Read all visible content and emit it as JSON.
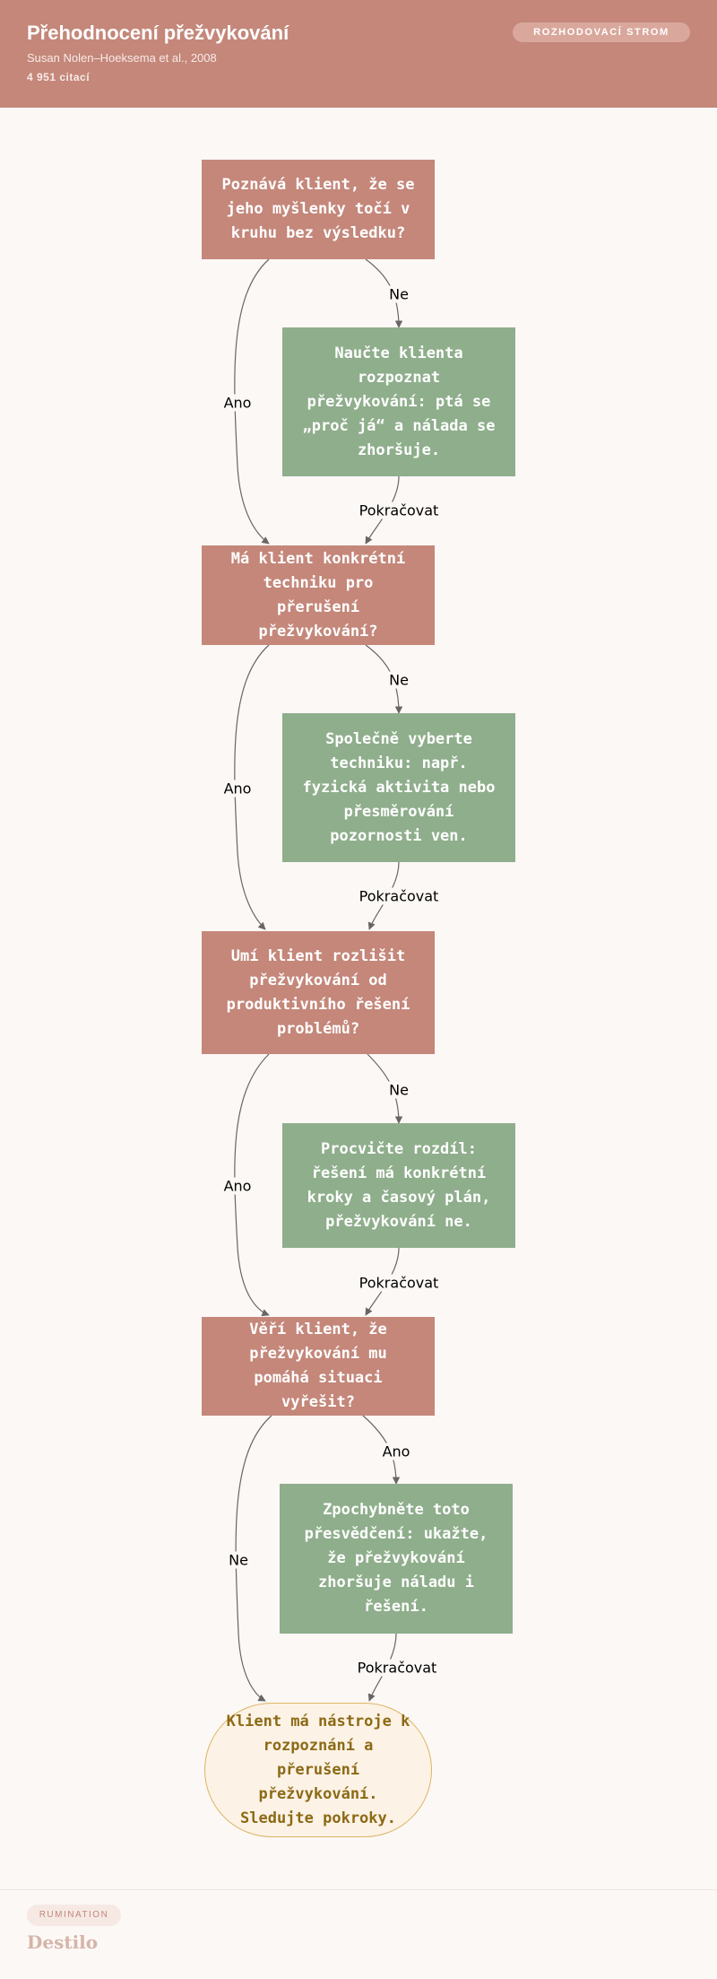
{
  "header": {
    "title": "Přehodnocení přežvykování",
    "authors": "Susan Nolen–Hoeksema et al., 2008",
    "citations": "4 951 citací",
    "badge": "ROZHODOVACÍ STROM"
  },
  "flow": {
    "q1": "Poznává klient, že se jeho myšlenky točí v kruhu bez výsledku?",
    "a1": "Naučte klienta rozpoznat přežvykování: ptá se „proč já“ a nálada se zhoršuje.",
    "q2": "Má klient konkrétní techniku pro přerušení přežvykování?",
    "a2": "Společně vyberte techniku: např. fyzická aktivita nebo přesměrování pozornosti ven.",
    "q3": "Umí klient rozlišit přežvykování od produktivního řešení problémů?",
    "a3": "Procvičte rozdíl: řešení má konkrétní kroky a časový plán, přežvykování ne.",
    "q4": "Věří klient, že přežvykování mu pomáhá situaci vyřešit?",
    "a4": "Zpochybněte toto přesvědčení: ukažte, že přežvykování zhoršuje náladu i řešení.",
    "end": "Klient má nástroje k rozpoznání a přerušení přežvykování. Sledujte pokroky.",
    "edges": {
      "q1_no": "Ne",
      "q1_yes": "Ano",
      "a1_cont": "Pokračovat",
      "q2_no": "Ne",
      "q2_yes": "Ano",
      "a2_cont": "Pokračovat",
      "q3_no": "Ne",
      "q3_yes": "Ano",
      "a3_cont": "Pokračovat",
      "q4_yes": "Ano",
      "q4_no": "Ne",
      "a4_cont": "Pokračovat"
    }
  },
  "footer": {
    "tag": "RUMINATION",
    "logo": "Destilo"
  }
}
